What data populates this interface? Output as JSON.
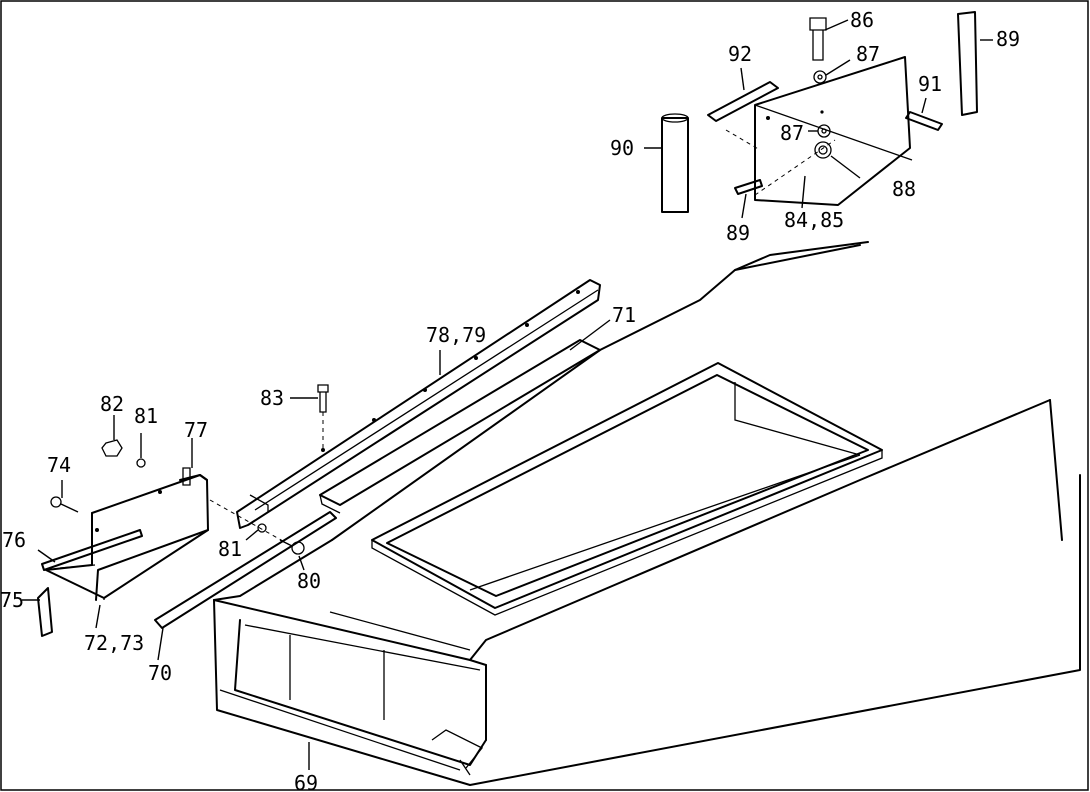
{
  "labels": {
    "l69": "69",
    "l70": "70",
    "l71": "71",
    "l7273": "72,73",
    "l74": "74",
    "l75": "75",
    "l76": "76",
    "l77": "77",
    "l7879": "78,79",
    "l80": "80",
    "l81a": "81",
    "l81b": "81",
    "l82": "82",
    "l83": "83",
    "l8485": "84,85",
    "l86": "86",
    "l87a": "87",
    "l87b": "87",
    "l88": "88",
    "l89a": "89",
    "l89b": "89",
    "l90": "90",
    "l91": "91",
    "l92": "92"
  }
}
